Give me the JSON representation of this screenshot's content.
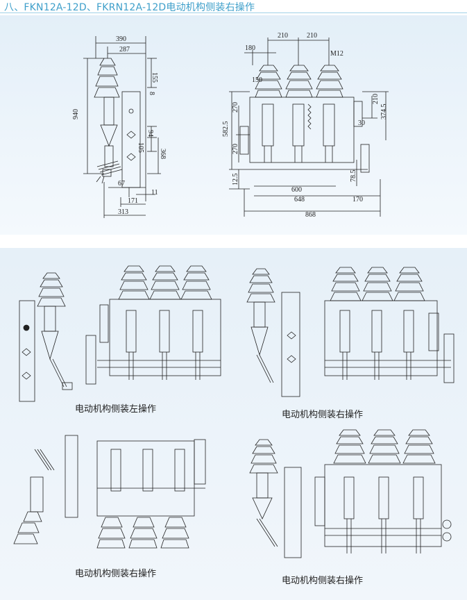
{
  "title": "八、FKN12A-12D、FKRN12A-12D电动机构侧装右操作",
  "colors": {
    "title": "#3e9fca",
    "panel": "#e6f0f8",
    "line": "#222222"
  },
  "side_dims": {
    "d390": "390",
    "d287": "287",
    "d155": "155",
    "d940": "940",
    "d8": "8",
    "d94": "94",
    "d105": "105",
    "d368": "368",
    "d67": "67",
    "d11": "11",
    "d171": "171",
    "d313": "313"
  },
  "front_dims": {
    "d210a": "210",
    "d210b": "210",
    "d180": "180",
    "m12": "M12",
    "d150": "150",
    "d270a": "270",
    "d270b": "270",
    "d5825": "582.5",
    "d125": "12.5",
    "d210c": "210",
    "d3745": "374.5",
    "d30": "30",
    "d785": "78.5",
    "d600": "600",
    "d648": "648",
    "d170": "170",
    "d868": "868"
  },
  "captions": {
    "left_op": "电动机构侧装左操作",
    "right_op_1": "电动机构侧装右操作",
    "right_op_2": "电动机构侧装右操作",
    "right_op_3": "电动机构侧装右操作"
  }
}
